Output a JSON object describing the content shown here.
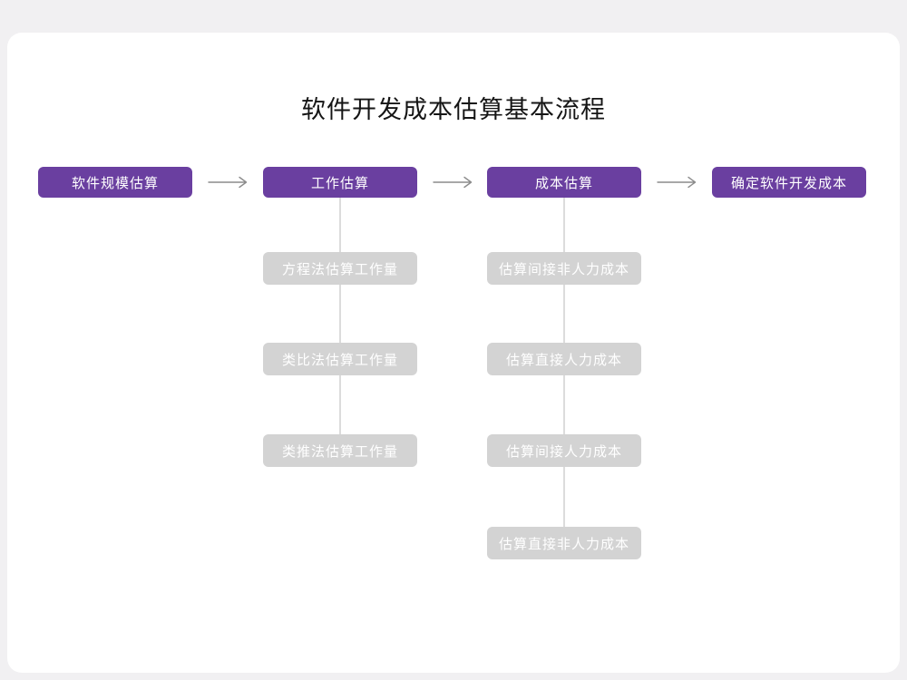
{
  "page": {
    "title": "软件开发成本估算基本流程"
  },
  "flow": {
    "steps": [
      "软件规模估算",
      "工作估算",
      "成本估算",
      "确定软件开发成本"
    ],
    "work_substeps": [
      "方程法估算工作量",
      "类比法估算工作量",
      "类推法估算工作量"
    ],
    "cost_substeps": [
      "估算间接非人力成本",
      "估算直接人力成本",
      "估算间接人力成本",
      "估算直接非人力成本"
    ]
  },
  "colors": {
    "step_bg": "#6a3fa0",
    "step_text": "#ffffff",
    "substep_bg": "#d3d3d3",
    "substep_text": "#ffffff",
    "arrow": "#8c8c8c",
    "connector": "#dcdcdc",
    "card_bg": "#ffffff",
    "page_bg": "#f1f0f2"
  }
}
